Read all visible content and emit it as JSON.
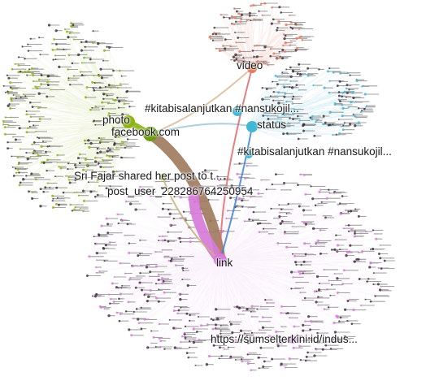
{
  "diagram": {
    "type": "network-graph",
    "nodes": [
      {
        "id": "photo",
        "label": "photo",
        "color": "#8bb511"
      },
      {
        "id": "facebook",
        "label": "facebook.com",
        "color": "#6d9a12"
      },
      {
        "id": "video",
        "label": "video",
        "color": "#e8765a"
      },
      {
        "id": "hashtag1",
        "label": "#kitabisalanjutkan #nansukojil...",
        "color": "#43b7d6"
      },
      {
        "id": "status",
        "label": "status",
        "color": "#43b7d6"
      },
      {
        "id": "hashtag2",
        "label": "#kitabisalanjutkan #nansukojil...",
        "color": "#43b7d6"
      },
      {
        "id": "shared",
        "label": "Sri Fajar shared her post to t...",
        "color": "#8bb511"
      },
      {
        "id": "postuser",
        "label": "post_user_228286764250954",
        "color": "#a07c5e"
      },
      {
        "id": "link",
        "label": "link",
        "color": "#d77bd9"
      },
      {
        "id": "sumsel",
        "label": "https://sumselterkini.id/indus...",
        "color": "#d77bd9"
      }
    ],
    "edges": [
      {
        "from": "facebook",
        "to": "link",
        "color": "#a07c5e",
        "weight": "heavy"
      },
      {
        "from": "postuser",
        "to": "link",
        "color": "#d77bd9",
        "weight": "heavy"
      },
      {
        "from": "photo",
        "to": "facebook",
        "color": "#8bb511",
        "weight": "medium"
      },
      {
        "from": "facebook",
        "to": "video",
        "color": "#d8b896",
        "weight": "light"
      },
      {
        "from": "facebook",
        "to": "status",
        "color": "#9cc7d6",
        "weight": "light"
      },
      {
        "from": "video",
        "to": "link",
        "color": "#e06a6a",
        "weight": "light"
      },
      {
        "from": "status",
        "to": "link",
        "color": "#3b82d6",
        "weight": "light"
      },
      {
        "from": "shared",
        "to": "link",
        "color": "#c8b07a",
        "weight": "light"
      }
    ],
    "clusters": [
      {
        "name": "photo-cluster",
        "color": "#8bb511"
      },
      {
        "name": "video-cluster",
        "color": "#e8765a"
      },
      {
        "name": "status-cluster",
        "color": "#43b7d6"
      },
      {
        "name": "link-cluster",
        "color": "#d77bd9"
      }
    ]
  }
}
